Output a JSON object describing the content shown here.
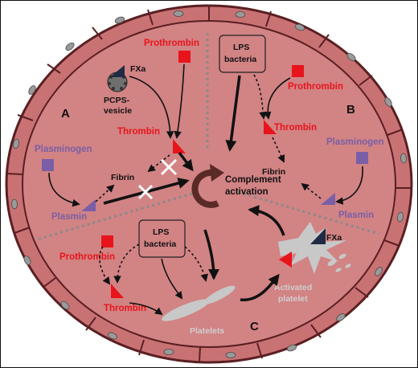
{
  "panels": {
    "a": {
      "letter": "A",
      "prothrombin": "Prothrombin",
      "fxa": "FXa",
      "vesicle_line1": "PCPS-",
      "vesicle_line2": "vesicle",
      "thrombin": "Thrombin",
      "plasminogen": "Plasminogen",
      "fibrin": "Fibrin",
      "plasmin": "Plasmin"
    },
    "b": {
      "letter": "B",
      "lps_line1": "LPS",
      "lps_line2": "bacteria",
      "prothrombin": "Prothrombin",
      "thrombin": "Thrombin",
      "plasminogen": "Plasminogen",
      "fibrin": "Fibrin",
      "plasmin": "Plasmin"
    },
    "c": {
      "letter": "C",
      "lps_line1": "LPS",
      "lps_line2": "bacteria",
      "prothrombin": "Prothrombin",
      "thrombin": "Thrombin",
      "platelets": "Platelets",
      "fxa": "FXa",
      "activated_line1": "Activated",
      "activated_line2": "platelet"
    }
  },
  "center": {
    "line1": "Complement",
    "line2": "activation"
  },
  "colors": {
    "vessel_fill": "#c97274",
    "vessel_outline": "#5a1f22",
    "endothelial_nucleus": "#9a9a9a",
    "prothrombin_red": "#e8141b",
    "plasminogen_purple": "#7a5fa6",
    "complement_arrow": "#5a2a26",
    "platelet_gray": "#c8c8c8",
    "divider_gray": "#8a8a8a",
    "fxa_navy": "#1f2a44"
  },
  "icons": {
    "inhibition_mark": "white-x-icon",
    "cycle": "circular-arrow-icon",
    "factor_xa": "factor-xa-wedge-icon",
    "prothrombin": "red-square-icon",
    "thrombin": "red-triangle-icon",
    "plasminogen": "purple-square-icon",
    "plasmin": "purple-triangle-icon"
  }
}
